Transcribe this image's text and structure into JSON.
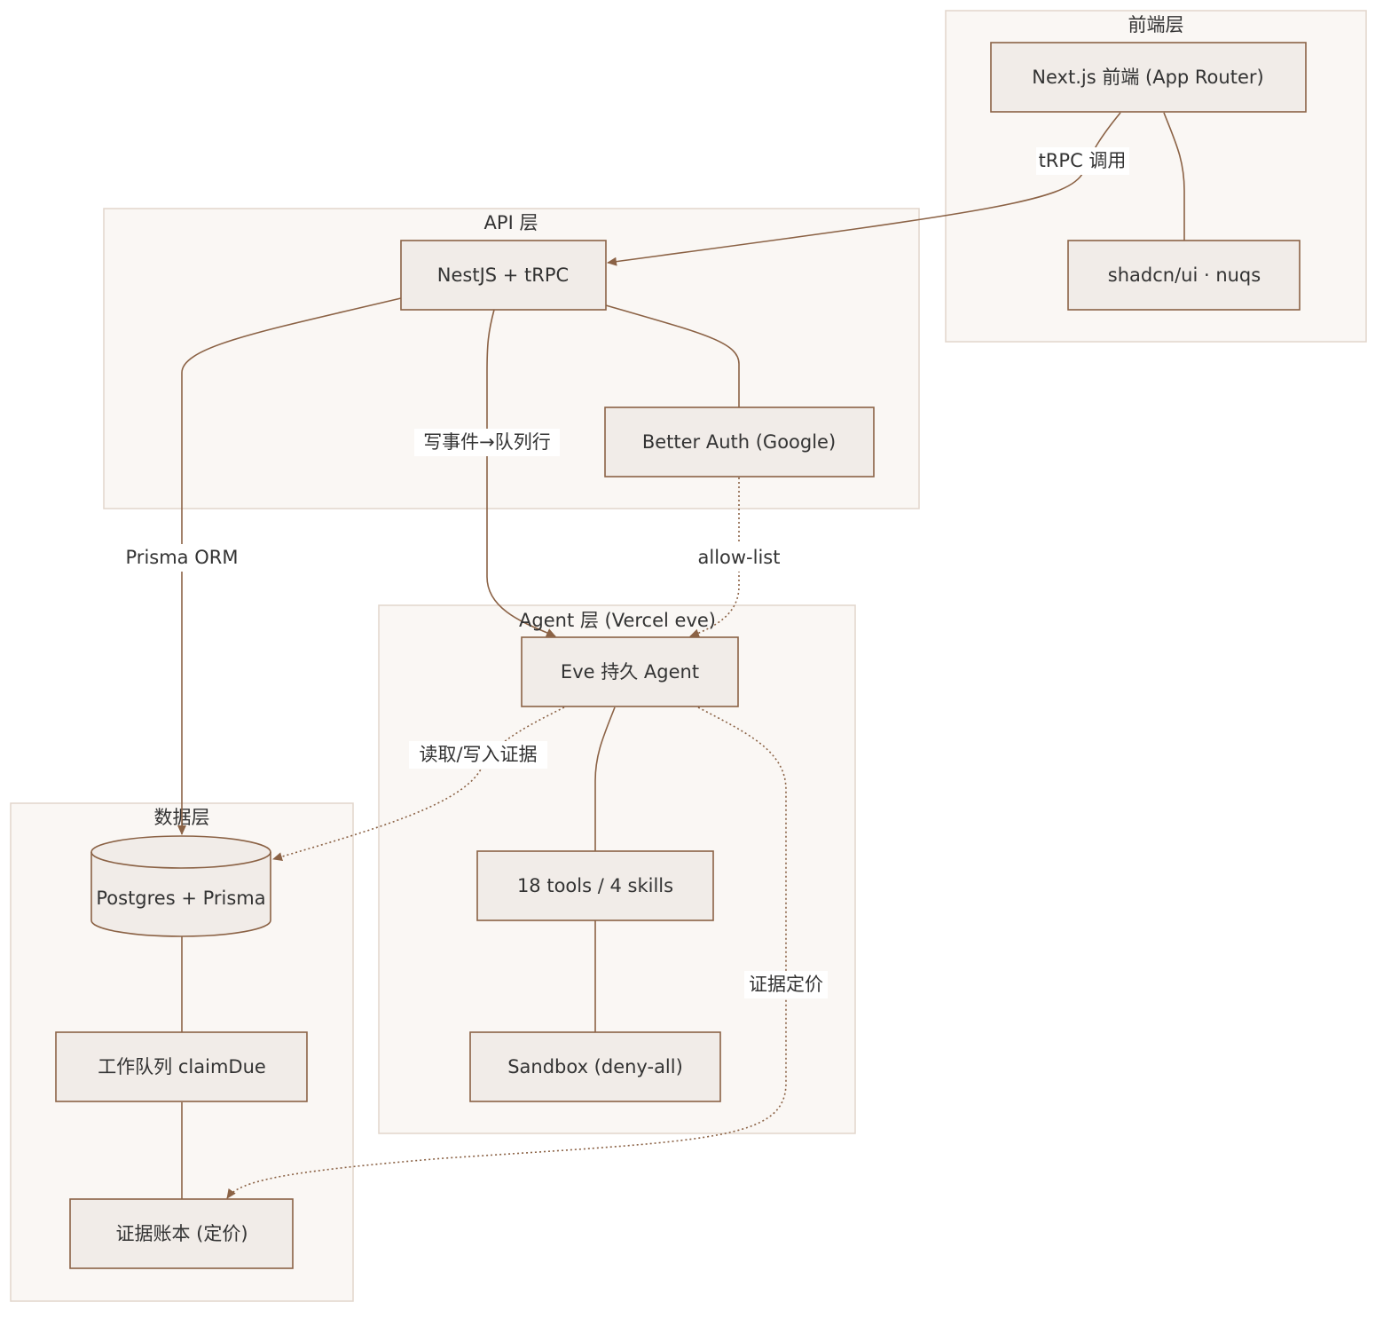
{
  "groups": {
    "frontend": {
      "title": "前端层"
    },
    "api": {
      "title": "API 层"
    },
    "agent": {
      "title": "Agent 层 (Vercel eve)"
    },
    "data": {
      "title": "数据层"
    }
  },
  "nodes": {
    "nextjs": "Next.js 前端 (App Router)",
    "shadcn": "shadcn/ui · nuqs",
    "nestjs": "NestJS + tRPC",
    "betterauth": "Better Auth (Google)",
    "eve": "Eve 持久 Agent",
    "tools": "18 tools / 4 skills",
    "sandbox": "Sandbox (deny-all)",
    "postgres": "Postgres + Prisma",
    "workqueue": "工作队列 claimDue",
    "ledger": "证据账本 (定价)"
  },
  "edges": {
    "trpc_call": "tRPC 调用",
    "prisma_orm": "Prisma ORM",
    "write_event": "写事件→队列行",
    "allow_list": "allow-list",
    "read_write_evidence": "读取/写入证据",
    "evidence_pricing": "证据定价"
  },
  "colors": {
    "group_fill": "#faf7f4",
    "group_stroke": "#e2d5cc",
    "node_fill": "#f1ece8",
    "node_stroke": "#8b6245",
    "edge": "#8b6245",
    "text": "#333333"
  }
}
